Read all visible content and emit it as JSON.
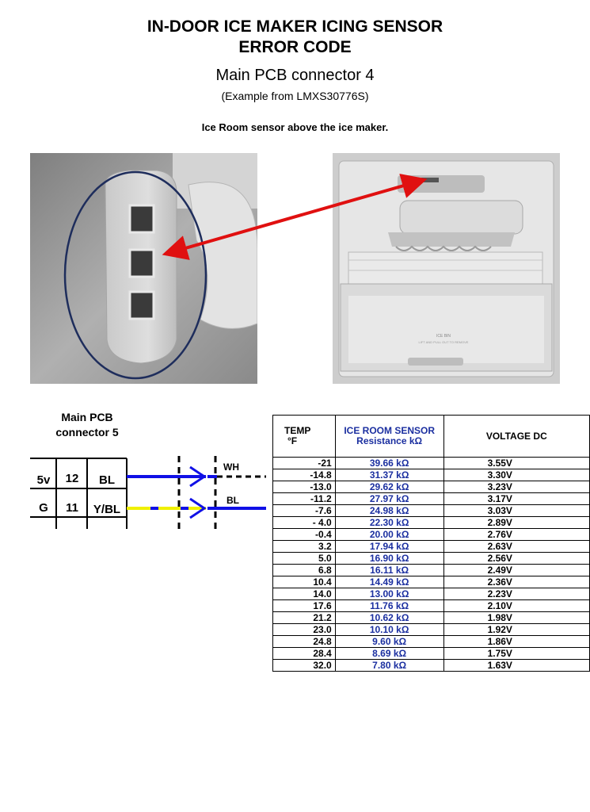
{
  "header": {
    "title_line1": "IN-DOOR ICE MAKER ICING SENSOR",
    "title_line2": "ERROR CODE",
    "subtitle": "Main PCB connector 4",
    "example": "(Example  from  LMXS30776S)",
    "caption": "Ice Room sensor above the ice maker."
  },
  "photos": {
    "bin_text_1": "ICE BIN",
    "bin_text_2": "LIFT AND PULL OUT TO REMOVE"
  },
  "connector": {
    "label_line1": "Main PCB",
    "label_line2": "connector 5",
    "rows": [
      {
        "signal": "5v",
        "pin": "12",
        "wire": "BL"
      },
      {
        "signal": "G",
        "pin": "11",
        "wire": "Y/BL"
      }
    ],
    "wh_label": "WH",
    "bl_label": "BL"
  },
  "table": {
    "headers": {
      "temp_line1": "TEMP",
      "temp_line2": "°F",
      "sensor_line1": "ICE ROOM SENSOR",
      "sensor_line2": "Resistance kΩ",
      "voltage": "VOLTAGE DC"
    },
    "rows": [
      {
        "temp": "-21",
        "resistance": "39.66 kΩ",
        "voltage": "3.55V"
      },
      {
        "temp": "-14.8",
        "resistance": "31.37 kΩ",
        "voltage": "3.30V"
      },
      {
        "temp": "-13.0",
        "resistance": "29.62 kΩ",
        "voltage": "3.23V"
      },
      {
        "temp": "-11.2",
        "resistance": "27.97 kΩ",
        "voltage": "3.17V"
      },
      {
        "temp": "-7.6",
        "resistance": "24.98 kΩ",
        "voltage": "3.03V"
      },
      {
        "temp": "- 4.0",
        "resistance": "22.30 kΩ",
        "voltage": "2.89V"
      },
      {
        "temp": "-0.4",
        "resistance": "20.00 kΩ",
        "voltage": "2.76V"
      },
      {
        "temp": "3.2",
        "resistance": "17.94 kΩ",
        "voltage": "2.63V"
      },
      {
        "temp": "5.0",
        "resistance": "16.90 kΩ",
        "voltage": "2.56V"
      },
      {
        "temp": "6.8",
        "resistance": "16.11 kΩ",
        "voltage": "2.49V"
      },
      {
        "temp": "10.4",
        "resistance": "14.49 kΩ",
        "voltage": "2.36V"
      },
      {
        "temp": "14.0",
        "resistance": "13.00 kΩ",
        "voltage": "2.23V"
      },
      {
        "temp": "17.6",
        "resistance": "11.76 kΩ",
        "voltage": "2.10V"
      },
      {
        "temp": "21.2",
        "resistance": "10.62 kΩ",
        "voltage": "1.98V"
      },
      {
        "temp": "23.0",
        "resistance": "10.10 kΩ",
        "voltage": "1.92V"
      },
      {
        "temp": "24.8",
        "resistance": "9.60 kΩ",
        "voltage": "1.86V"
      },
      {
        "temp": "28.4",
        "resistance": "8.69 kΩ",
        "voltage": "1.75V"
      },
      {
        "temp": "32.0",
        "resistance": "7.80 kΩ",
        "voltage": "1.63V"
      }
    ]
  },
  "colors": {
    "ellipse": "#1e2d5c",
    "arrow": "#e01010",
    "wire_blue": "#1010e6",
    "wire_yellow": "#f0f000",
    "table_blue_text": "#1b2fa0"
  }
}
